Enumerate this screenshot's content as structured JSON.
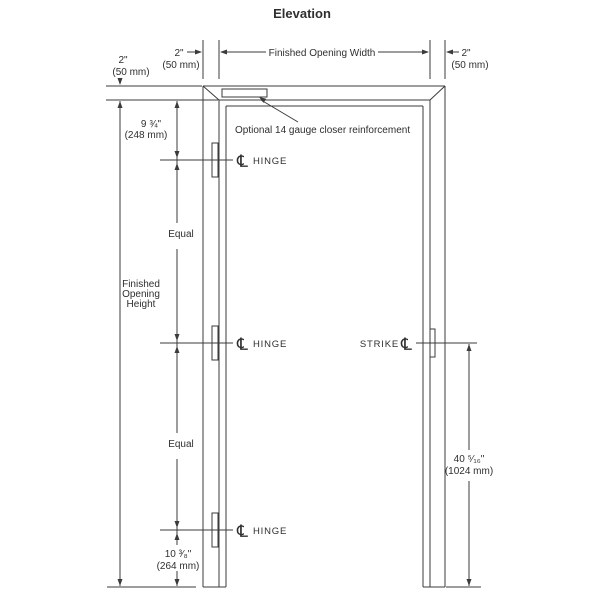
{
  "title": "Elevation",
  "frame": {
    "closer_note": "Optional 14 gauge closer reinforcement"
  },
  "dims": {
    "head_height": {
      "in": "2\"",
      "mm": "(50 mm)"
    },
    "left_jamb_width": {
      "in": "2\"",
      "mm": "(50 mm)"
    },
    "opening_width_label": "Finished Opening Width",
    "right_jamb_width": {
      "in": "2\"",
      "mm": "(50 mm)"
    },
    "head_to_top_hinge": {
      "in": "9 ¾\"",
      "mm": "(248 mm)"
    },
    "equal_top": "Equal",
    "equal_bottom": "Equal",
    "opening_height": {
      "line1": "Finished",
      "line2": "Opening",
      "line3": "Height"
    },
    "bottom_hinge_to_floor": {
      "in": "10 ³⁄₈\"",
      "mm": "(264 mm)"
    },
    "floor_to_strike": {
      "in": "40 ⁵⁄₁₆\"",
      "mm": "(1024 mm)"
    }
  },
  "markers": {
    "cl": "℄",
    "hinge_top": "HINGE",
    "hinge_middle": "HINGE",
    "hinge_bottom": "HINGE",
    "strike": "STRIKE"
  },
  "colors": {
    "line": "#3b3b3b",
    "text": "#2f2f2f",
    "background": "#ffffff"
  }
}
